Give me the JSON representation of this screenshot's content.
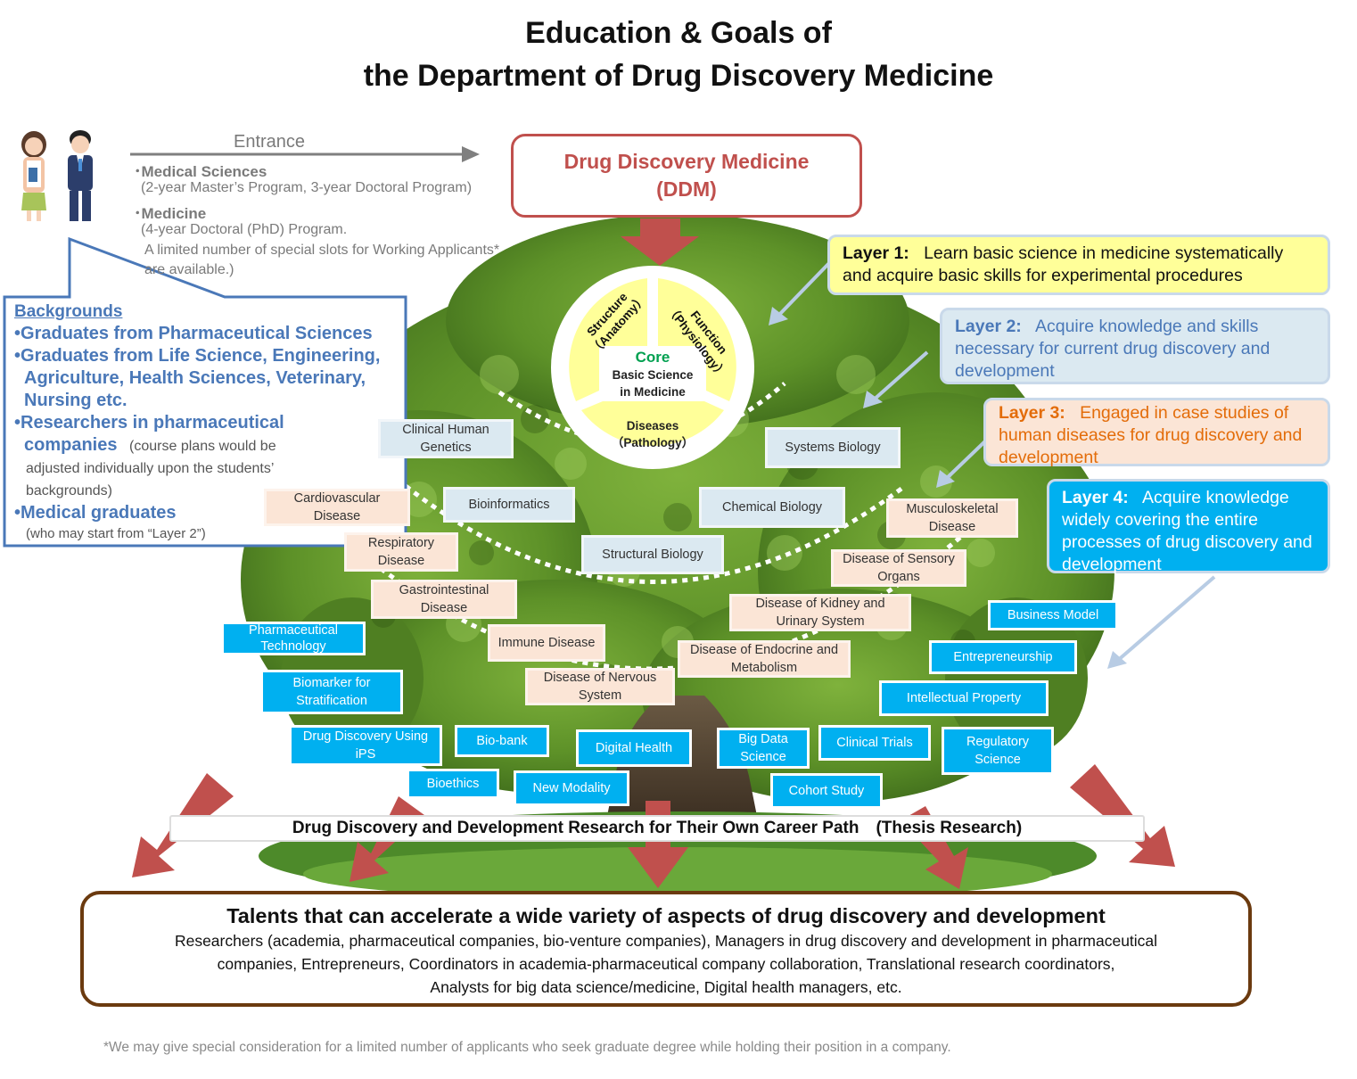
{
  "title": {
    "line1": "Education & Goals of",
    "line2": "the Department of Drug Discovery Medicine"
  },
  "entrance": {
    "label": "Entrance",
    "program1_name": "Medical Sciences",
    "program1_detail": "(2-year Master’s Program, 3-year Doctoral Program)",
    "program2_name": "Medicine",
    "program2_detail1": "(4-year Doctoral (PhD) Program.",
    "program2_detail2": "A limited number of special slots for Working Applicants*",
    "program2_detail3": "are available.)"
  },
  "ddm": {
    "line1": "Drug Discovery Medicine",
    "line2": "(DDM)"
  },
  "backgrounds": {
    "heading": "Backgrounds",
    "items": [
      "Graduates from Pharmaceutical Sciences",
      "Graduates from Life Science, Engineering,",
      "Agriculture,  Health Sciences, Veterinary,",
      "Nursing etc.",
      "Researchers in pharmaceutical",
      "companies",
      "(course plans would be",
      "adjusted individually upon the students’",
      "backgrounds)",
      "Medical graduates",
      "(who may start from “Layer 2”)"
    ]
  },
  "layers": [
    {
      "name": "Layer 1:",
      "text": "Learn basic science in medicine systematically and acquire basic skills for experimental procedures"
    },
    {
      "name": "Layer 2:",
      "text": "Acquire knowledge and skills necessary for current drug discovery and development"
    },
    {
      "name": "Layer 3:",
      "text": "Engaged in case studies of human diseases for drug discovery and development"
    },
    {
      "name": "Layer 4:",
      "text": "Acquire knowledge widely covering the entire processes of drug discovery and development"
    }
  ],
  "core": {
    "label": "Core",
    "center_line1": "Basic Science",
    "center_line2": "in Medicine",
    "structure": "Structure",
    "anatomy": "（Anatomy）",
    "function": "Function",
    "physiology": "（Physiology）",
    "diseases": "Diseases",
    "pathology": "（Pathology）"
  },
  "layer2_topics": [
    "Clinical  Human Genetics",
    "Systems Biology",
    "Bioinformatics",
    "Chemical Biology",
    "Structural Biology"
  ],
  "layer3_topics": [
    "Cardiovascular Disease",
    "Musculoskeletal Disease",
    "Respiratory Disease",
    "Disease of Sensory Organs",
    "Gastrointestinal Disease",
    "Disease of Kidney and Urinary System",
    "Immune Disease",
    "Disease of Endocrine and Metabolism",
    "Disease of Nervous System"
  ],
  "layer4_topics": [
    "Pharmaceutical Technology",
    "Business Model",
    "Entrepreneurship",
    "Biomarker for Stratification",
    "Intellectual Property",
    "Drug Discovery Using iPS",
    "Bio-bank",
    "Digital Health",
    "Big Data Science",
    "Clinical Trials",
    "Regulatory Science",
    "Bioethics",
    "New Modality",
    "Cohort Study"
  ],
  "thesis": "Drug Discovery and Development Research for Their Own Career Path　(Thesis Research)",
  "talents": {
    "heading": "Talents that can accelerate a wide variety of aspects of drug discovery and development",
    "line1": "Researchers (academia, pharmaceutical companies, bio-venture companies), Managers in drug discovery and development in pharmaceutical",
    "line2": "companies,  Entrepreneurs, Coordinators in academia-pharmaceutical company collaboration, Translational research coordinators,",
    "line3": "Analysts for big data science/medicine, Digital health managers, etc."
  },
  "footnote": "*We may give special consideration for a limited number of applicants who seek graduate degree while holding their position in a company.",
  "colors": {
    "ddm_red": "#c0504d",
    "arrow_red": "#c0504d",
    "layer1_bg": "#ffff99",
    "layer2_bg": "#dbe9f1",
    "layer3_bg": "#fbe5d6",
    "layer4_bg": "#00b0f0",
    "tree_green": "#5a8a2a",
    "core_yellow": "#ffff99",
    "backgrounds_blue": "#4a78b8"
  }
}
